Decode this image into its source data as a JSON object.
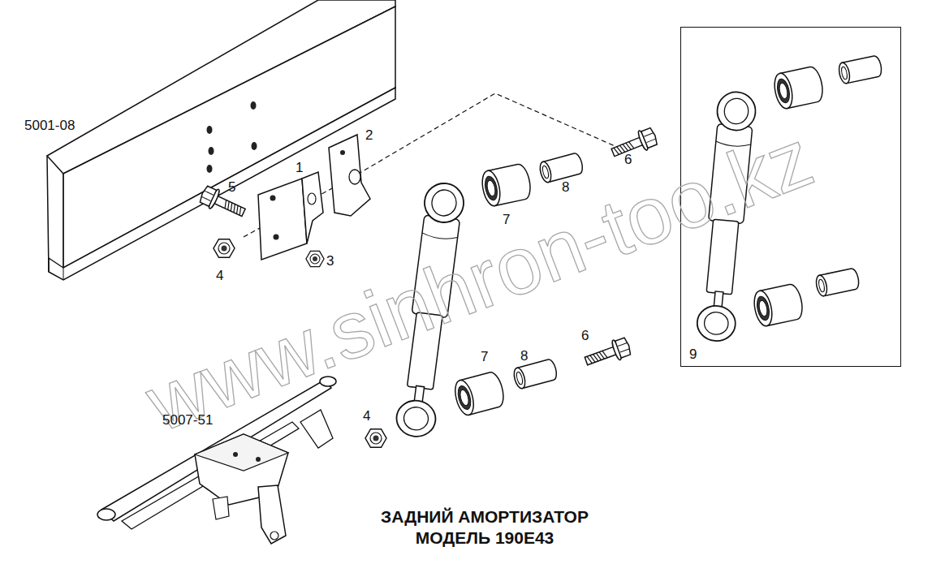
{
  "diagram": {
    "title": "ЗАДНИЙ АМОРТИЗАТОР МОДЕЛЬ 190E43",
    "nodes": [
      {
        "text": [
          "9"
        ]
      }
    ],
    "labels": [
      "5001-08",
      "1",
      "2",
      "5",
      "4",
      "3",
      "8",
      "7",
      "6",
      "7",
      "8",
      "6",
      "4",
      "5007-51",
      "www.sinhron-too.kz"
    ]
  }
}
